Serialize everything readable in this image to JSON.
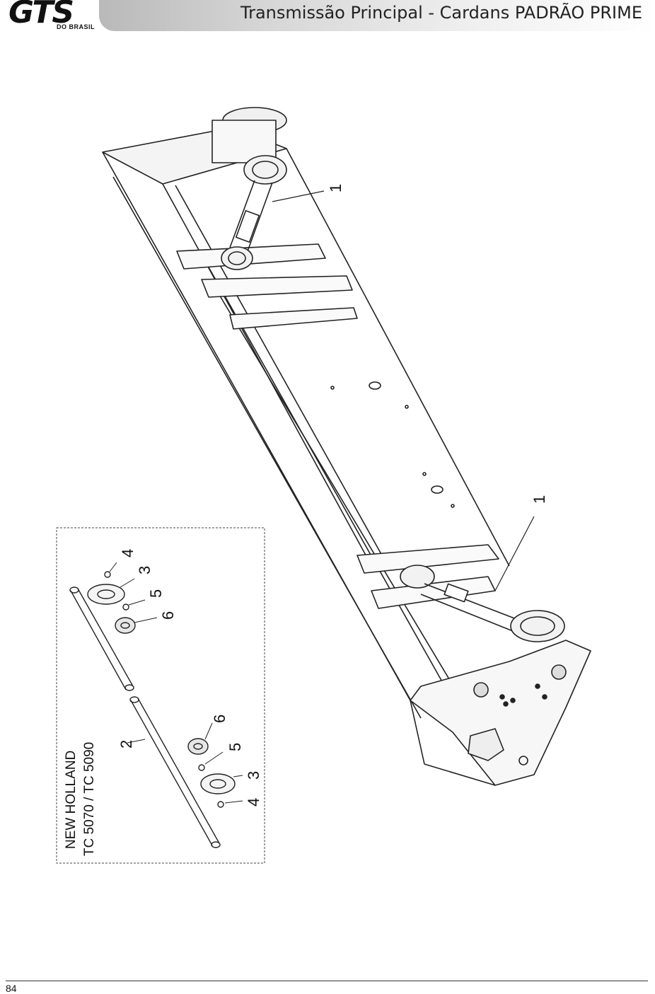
{
  "header": {
    "logo": "GTS",
    "logo_subtitle": "DO BRASIL",
    "title": "Transmissão Principal - Cardans PADRÃO PRIME"
  },
  "inset": {
    "model_line1": "NEW HOLLAND",
    "model_line2": "TC 5070 / TC 5090"
  },
  "callouts": {
    "main_top": "1",
    "main_bottom": "1",
    "shaft": "2",
    "flange_a": "3",
    "bolt_a": "4",
    "nut_a": "5",
    "bearing_a": "6",
    "flange_b": "3",
    "bolt_b": "4",
    "nut_b": "5",
    "bearing_b": "6"
  },
  "footer": {
    "page_number": "84"
  }
}
